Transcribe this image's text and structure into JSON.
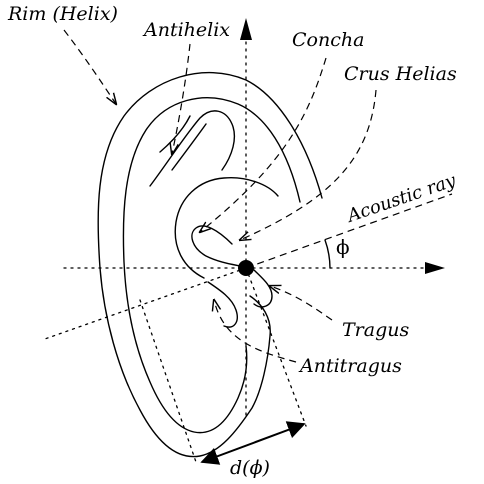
{
  "labels": {
    "rim": "Rim (Helix)",
    "antihelix": "Antihelix",
    "concha": "Concha",
    "crus": "Crus Helias",
    "acoustic_ray": "Acoustic ray",
    "phi": "ϕ",
    "tragus": "Tragus",
    "antitragus": "Antitragus",
    "distance": "d(ϕ)"
  }
}
